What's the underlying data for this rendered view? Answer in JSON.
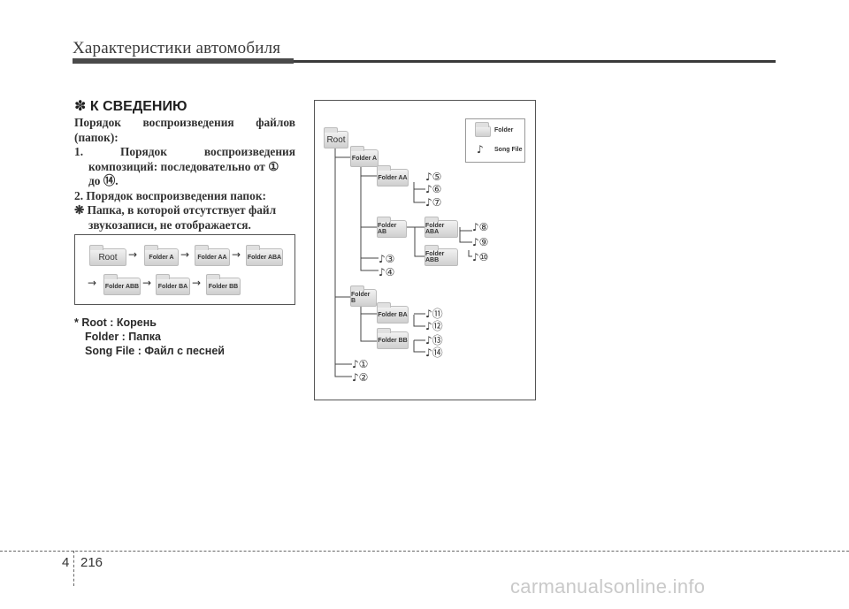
{
  "header": {
    "title": "Характеристики автомобиля"
  },
  "note": {
    "title": "✽ К СВЕДЕНИЮ",
    "intro": "Порядок воспроизведения файлов",
    "intro2": "(папок):",
    "item1a": "1. Порядок воспроизведения",
    "item1b": "композиций: последовательно от ①",
    "item1c": "до ⑭.",
    "item2": "2. Порядок воспроизведения папок:",
    "item3a": "❋ Папка, в которой отсутствует файл",
    "item3b": "звукозаписи, не отображается."
  },
  "flow": {
    "root": "Root",
    "folder_a": "Folder A",
    "folder_aa": "Folder AA",
    "folder_aba": "Folder ABA",
    "folder_abb": "Folder ABB",
    "folder_ba": "Folder BA",
    "folder_bb": "Folder BB",
    "arrow": "→"
  },
  "tree": {
    "root": "Root",
    "folder_a": "Folder A",
    "folder_aa": "Folder AA",
    "folder_ab": "Folder AB",
    "folder_aba": "Folder ABA",
    "folder_abb": "Folder ABB",
    "folder_b": "Folder B",
    "folder_ba": "Folder BA",
    "folder_bb": "Folder BB",
    "legend_folder": "Folder",
    "legend_song": "Song File",
    "songs": [
      "♪⑤",
      "♪⑥",
      "♪⑦",
      "♪⑧",
      "♪⑨",
      "♪⑩",
      "♪③",
      "♪④",
      "♪⑪",
      "♪⑫",
      "♪⑬",
      "♪⑭",
      "♪①",
      "♪②"
    ],
    "note_icon": "♪"
  },
  "gloss": {
    "line1": "* Root : Корень",
    "line2": "Folder : Папка",
    "line3": "Song File : Файл с песней"
  },
  "footer": {
    "chapter": "4",
    "page": "216",
    "watermark": "carmanualsonline.info"
  }
}
